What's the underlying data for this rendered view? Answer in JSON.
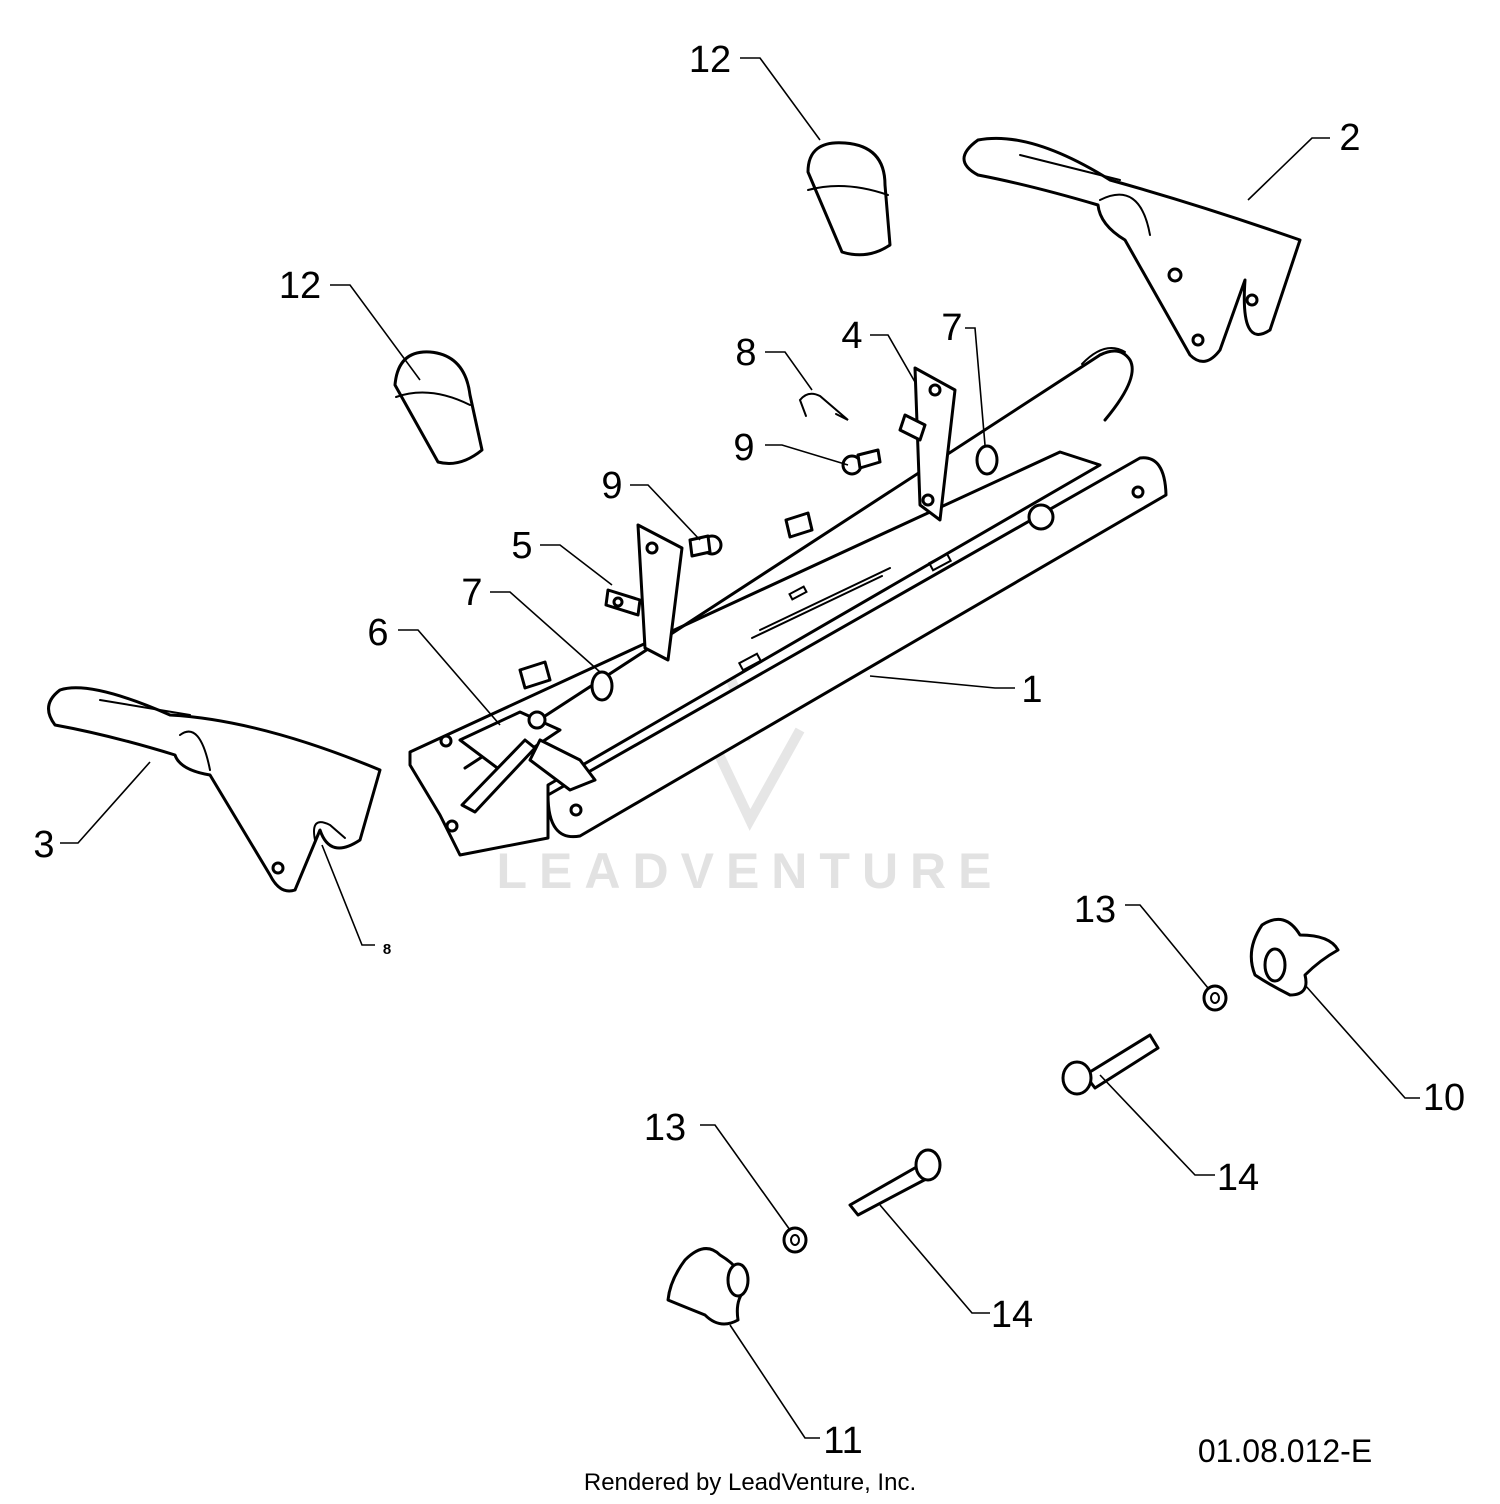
{
  "watermark": {
    "text": "LEADVENTURE",
    "color": "#e2e2e2"
  },
  "footer": {
    "drawing_code": "01.08.012-E",
    "credit": "Rendered by LeadVenture, Inc."
  },
  "callouts": [
    {
      "id": "c1",
      "label": "1"
    },
    {
      "id": "c2",
      "label": "2"
    },
    {
      "id": "c3",
      "label": "3"
    },
    {
      "id": "c4",
      "label": "4"
    },
    {
      "id": "c5",
      "label": "5"
    },
    {
      "id": "c6",
      "label": "6"
    },
    {
      "id": "c7a",
      "label": "7"
    },
    {
      "id": "c7b",
      "label": "7"
    },
    {
      "id": "c8a",
      "label": "8"
    },
    {
      "id": "c8b",
      "label": "8"
    },
    {
      "id": "c9a",
      "label": "9"
    },
    {
      "id": "c9b",
      "label": "9"
    },
    {
      "id": "c10",
      "label": "10"
    },
    {
      "id": "c11",
      "label": "11"
    },
    {
      "id": "c12a",
      "label": "12"
    },
    {
      "id": "c12b",
      "label": "12"
    },
    {
      "id": "c13a",
      "label": "13"
    },
    {
      "id": "c13b",
      "label": "13"
    },
    {
      "id": "c14a",
      "label": "14"
    },
    {
      "id": "c14b",
      "label": "14"
    }
  ]
}
